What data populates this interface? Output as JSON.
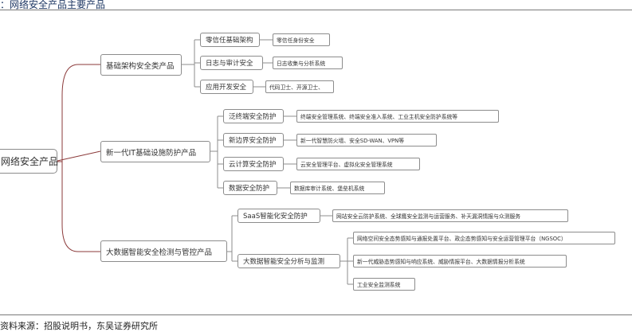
{
  "header": {
    "title": "：网络安全产品主要产品"
  },
  "footer": {
    "source": "资料来源：招股说明书，东吴证券研究所"
  },
  "mindmap": {
    "root": "网络安全产品",
    "branches": [
      {
        "label": "基础架构安全类产品",
        "children": [
          {
            "label": "零信任基础架构",
            "leaves": [
              "零信任身份安全"
            ]
          },
          {
            "label": "日志与审计安全",
            "leaves": [
              "日志收集与分析系统"
            ]
          },
          {
            "label": "应用开发安全",
            "leaves": [
              "代码卫士、开源卫士、"
            ]
          }
        ]
      },
      {
        "label": "新一代IT基础设施防护产品",
        "children": [
          {
            "label": "泛终端安全防护",
            "leaves": [
              "终端安全管理系统、终端安全准入系统、工业主机安全防护系统等"
            ]
          },
          {
            "label": "新边界安全防护",
            "leaves": [
              "新一代智慧防火墙、安全SD-WAN、VPN等"
            ]
          },
          {
            "label": "云计算安全防护",
            "leaves": [
              "云安全管理平台、虚拟化安全管理系统"
            ]
          },
          {
            "label": "数据安全防护",
            "leaves": [
              "数据库审计系统、堡垒机系统"
            ]
          }
        ]
      },
      {
        "label": "大数据智能安全检测与管控产品",
        "children": [
          {
            "label": "SaaS智能化安全防护",
            "leaves": [
              "网站安全云防护系统、全球鹰安全监测与运营服务、补天漏洞情报与众测服务"
            ]
          },
          {
            "label": "大数据智能安全分析与监测",
            "leaves": [
              "网络空间安全态势感知与通报处置平台、政企态势感知与安全运营管理平台（NGSOC）",
              "新一代威胁态势感知与响应系统、威胁情报平台、大数据情报分析系统",
              "工业安全监测系统"
            ]
          }
        ]
      }
    ]
  }
}
